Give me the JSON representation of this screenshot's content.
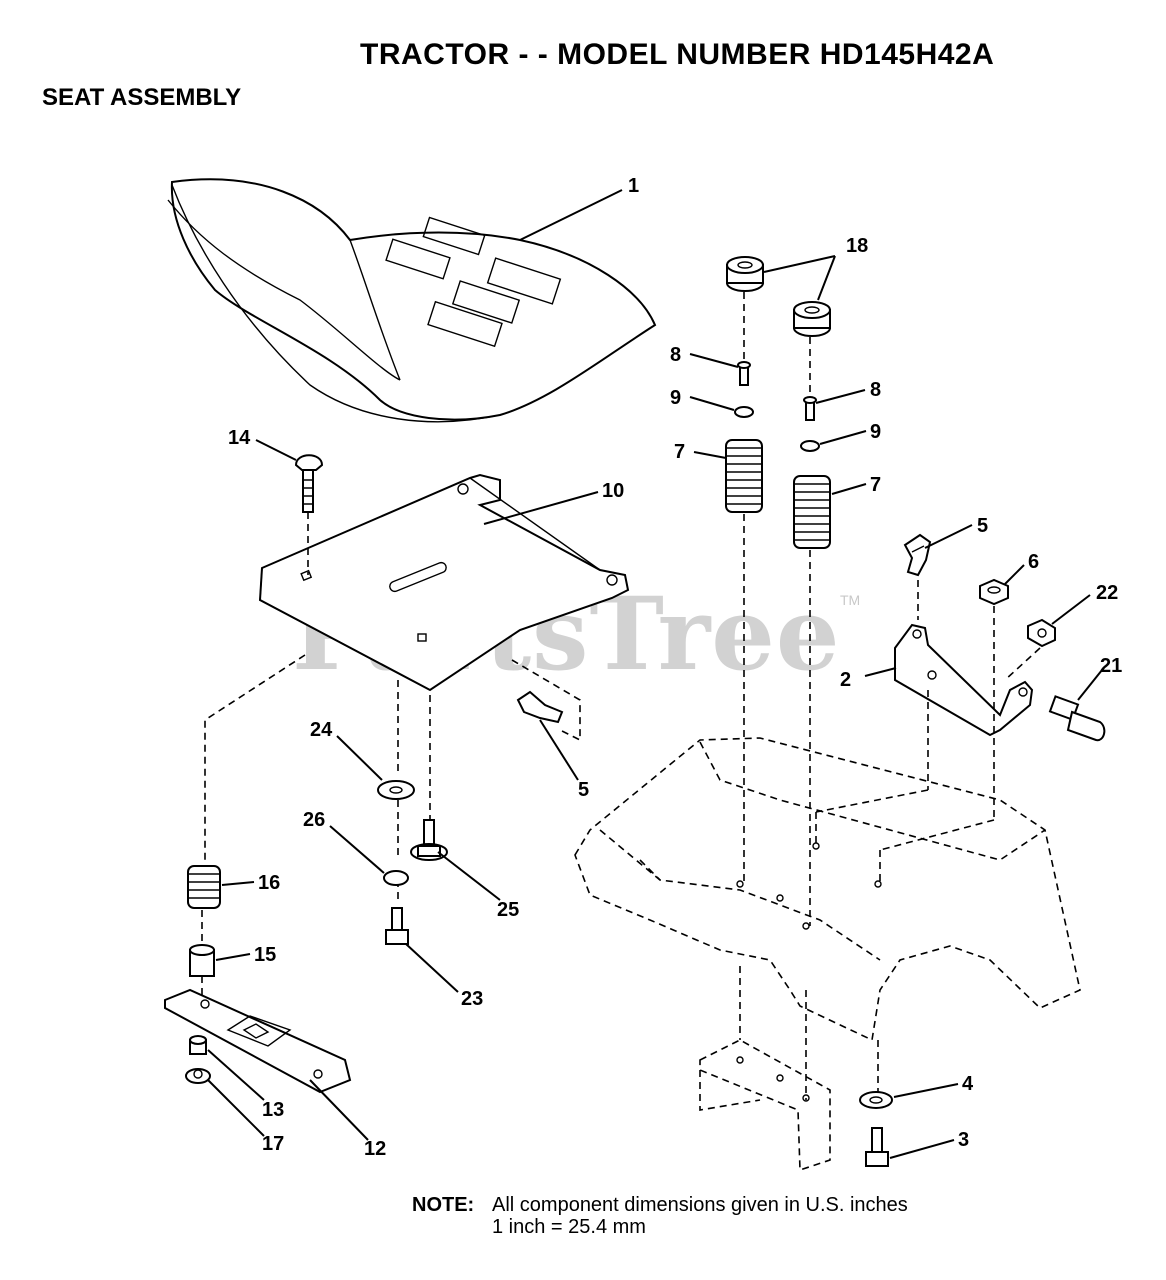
{
  "header": {
    "title": "TRACTOR - - MODEL NUMBER HD145H42A",
    "subtitle": "SEAT ASSEMBLY"
  },
  "watermark": {
    "text": "PartsTree",
    "tm": "TM"
  },
  "note": {
    "label": "NOTE:",
    "line1": "All component dimensions given in U.S. inches",
    "line2": "1 inch = 25.4 mm"
  },
  "callouts": [
    "1",
    "18",
    "8",
    "9",
    "7",
    "8",
    "9",
    "7",
    "14",
    "10",
    "5",
    "6",
    "22",
    "2",
    "21",
    "5",
    "24",
    "26",
    "25",
    "16",
    "15",
    "23",
    "4",
    "3",
    "13",
    "17",
    "12"
  ]
}
